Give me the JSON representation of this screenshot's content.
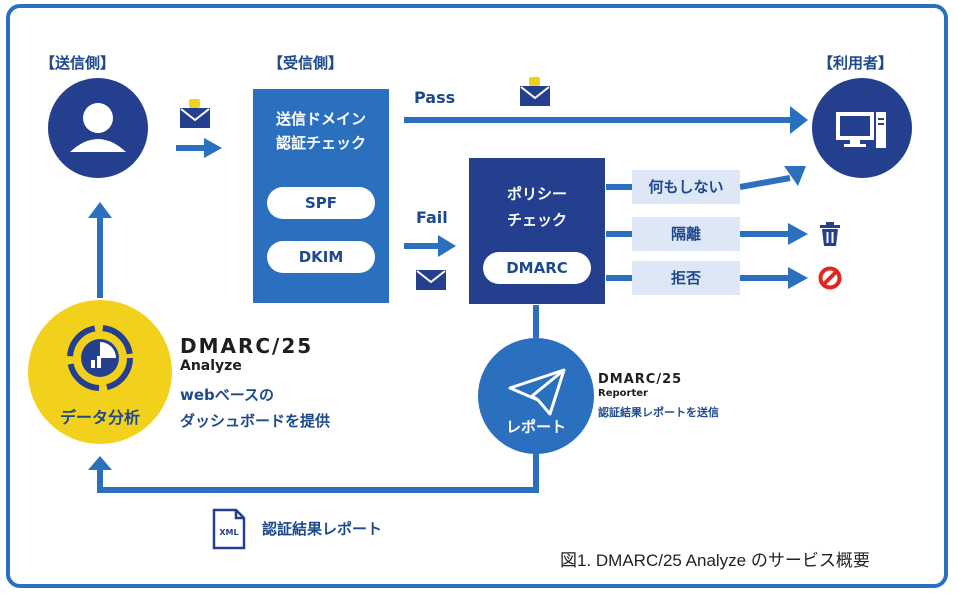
{
  "labels": {
    "sender": "【送信側】",
    "receiver": "【受信側】",
    "user": "【利用者】"
  },
  "flow": {
    "pass": "Pass",
    "fail": "Fail"
  },
  "auth_box": {
    "line1": "送信ドメイン",
    "line2": "認証チェック",
    "spf": "SPF",
    "dkim": "DKIM"
  },
  "policy_box": {
    "line1": "ポリシー",
    "line2": "チェック",
    "dmarc": "DMARC"
  },
  "actions": [
    "何もしない",
    "隔離",
    "拒否"
  ],
  "analyze": {
    "circle_label": "データ分析",
    "logo_line1": "DMARC/25",
    "logo_line2": "Analyze",
    "desc_line1": "webベースの",
    "desc_line2": "ダッシュボードを提供"
  },
  "reporter": {
    "circle_label": "レポート",
    "logo_line1": "DMARC/25",
    "logo_line2": "Reporter",
    "desc": "認証結果レポートを送信"
  },
  "xml_report": {
    "file_label": "XML",
    "label": "認証結果レポート"
  },
  "caption": "図1. DMARC/25 Analyze のサービス概要",
  "colors": {
    "primary": "#2b6fbf",
    "dark": "#233f8e",
    "accent_yellow": "#f2d11c",
    "light": "#dde7f5",
    "danger": "#e0261d"
  }
}
